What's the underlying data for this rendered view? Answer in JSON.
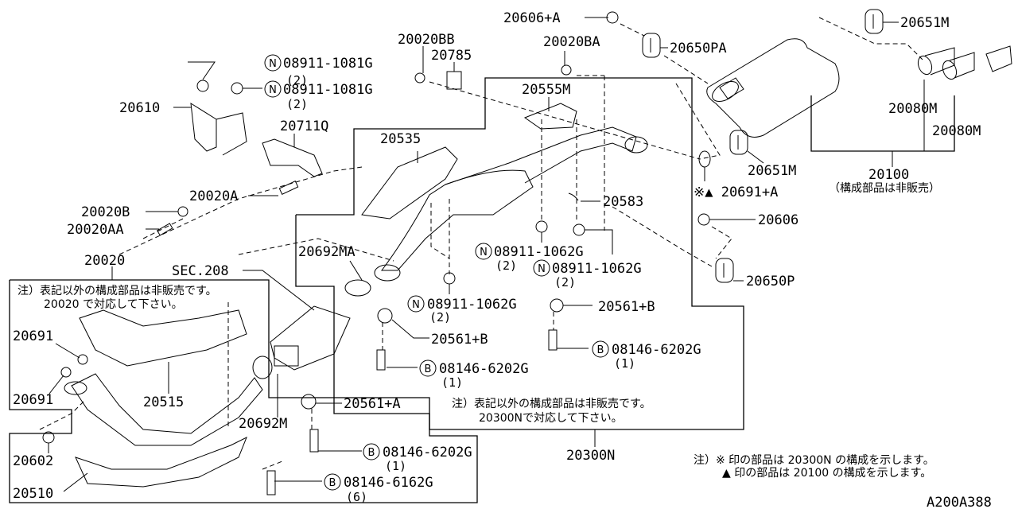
{
  "diagram": {
    "code": "A200A388",
    "notes": {
      "box_20020_line1": "注）表記以外の構成部品は非販売です。",
      "box_20020_line2": "20020 で対応して下さい。",
      "box_20300N_line1": "注）表記以外の構成部品は非販売です。",
      "box_20300N_line2": "20300Nで対応して下さい。",
      "legend_line1": "注）※ 印の部品は 20300N の構成を示します。",
      "legend_line2": "▲ 印の部品は 20100 の構成を示します。",
      "assy_20100_sub": "（構成部品は非販売）"
    },
    "labels": {
      "p20606A": "20606+A",
      "p20020BA": "20020BA",
      "p20020BB": "20020BB",
      "p20785": "20785",
      "p20650PA": "20650PA",
      "p20651M_top": "20651M",
      "p20651M_mid": "20651M",
      "p20080M_1": "20080M",
      "p20080M_2": "20080M",
      "p20100": "20100",
      "p20691A": "※▲ 20691+A",
      "p20606": "20606",
      "p20650P": "20650P",
      "p20555M": "20555M",
      "p20583": "20583",
      "p20535": "20535",
      "p20610": "20610",
      "p20711Q": "20711Q",
      "p20020A": "20020A",
      "p20020B": "20020B",
      "p20020AA": "20020AA",
      "p20020": "20020",
      "sec208": "SEC.208",
      "p20692MA": "20692MA",
      "p20692M": "20692M",
      "p20691_a": "20691",
      "p20691_b": "20691",
      "p20515": "20515",
      "p20602": "20602",
      "p20510": "20510",
      "p20561A": "20561+A",
      "p20561B_1": "20561+B",
      "p20561B_2": "20561+B",
      "p20300N": "20300N"
    },
    "fasteners": [
      {
        "symbol": "N",
        "part": "08911-1081G",
        "qty": "(2)"
      },
      {
        "symbol": "N",
        "part": "08911-1081G",
        "qty": "(2)"
      },
      {
        "symbol": "N",
        "part": "08911-1062G",
        "qty": "(2)"
      },
      {
        "symbol": "N",
        "part": "08911-1062G",
        "qty": "(2)"
      },
      {
        "symbol": "N",
        "part": "08911-1062G",
        "qty": "(2)"
      },
      {
        "symbol": "B",
        "part": "08146-6202G",
        "qty": "(1)"
      },
      {
        "symbol": "B",
        "part": "08146-6202G",
        "qty": "(1)"
      },
      {
        "symbol": "B",
        "part": "08146-6202G",
        "qty": "(1)"
      },
      {
        "symbol": "B",
        "part": "08146-6162G",
        "qty": "(6)"
      }
    ]
  }
}
